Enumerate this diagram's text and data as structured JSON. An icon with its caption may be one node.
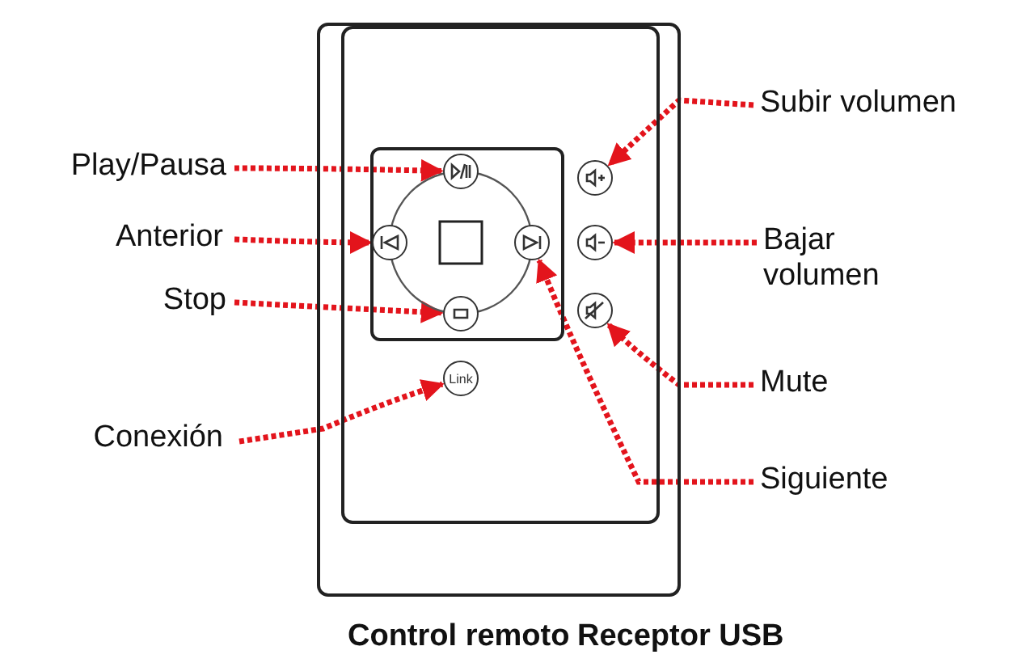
{
  "diagram": {
    "nodes": [
      {
        "text": [
          "Play/Pausa"
        ]
      },
      {
        "text": [
          "Anterior"
        ]
      },
      {
        "text": [
          "Stop"
        ]
      },
      {
        "text": [
          "Conexión"
        ]
      },
      {
        "text": [
          "Subir volumen"
        ]
      },
      {
        "text": [
          "Bajar volumen"
        ]
      },
      {
        "text": [
          "Mute"
        ]
      },
      {
        "text": [
          "Siguiente"
        ]
      },
      {
        "text": [],
        "shape": "circle"
      },
      {
        "text": [],
        "shape": "circle"
      },
      {
        "text": [],
        "shape": "circle"
      },
      {
        "text": [
          "Link"
        ]
      },
      {
        "text": [],
        "shape": "circle"
      },
      {
        "text": [],
        "shape": "circle"
      },
      {
        "text": [],
        "shape": "circle"
      },
      {
        "text": [],
        "shape": "circle"
      }
    ],
    "edges": [
      {
        "from": 0,
        "to": 8,
        "arrow": "to"
      },
      {
        "from": 1,
        "to": 9,
        "arrow": "to"
      },
      {
        "from": 2,
        "to": 10,
        "arrow": "to"
      },
      {
        "from": 3,
        "to": 11,
        "arrow": "to"
      },
      {
        "from": 4,
        "to": 12,
        "arrow": "to"
      },
      {
        "from": 5,
        "to": 13,
        "arrow": "to"
      },
      {
        "from": 6,
        "to": 14,
        "arrow": "to"
      },
      {
        "from": 7,
        "to": 15,
        "arrow": "to"
      }
    ],
    "labels": [
      "Control remoto",
      "Receptor USB"
    ]
  }
}
